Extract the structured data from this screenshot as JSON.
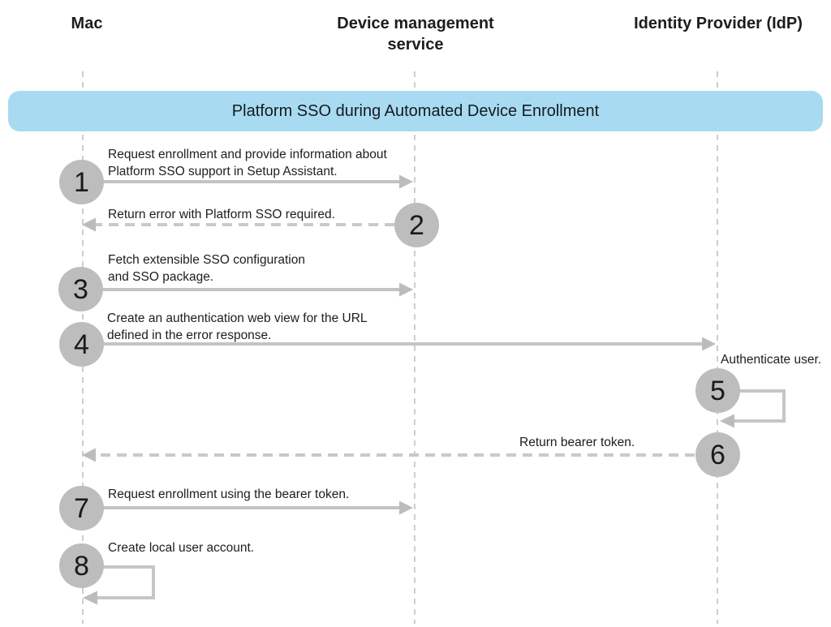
{
  "banner": {
    "title": "Platform SSO during Automated Device Enrollment"
  },
  "lanes": [
    {
      "id": "mac",
      "label": "Mac"
    },
    {
      "id": "device-management",
      "label": "Device management service"
    },
    {
      "id": "idp",
      "label": "Identity Provider (IdP)"
    }
  ],
  "steps": [
    {
      "number": "1",
      "from": "mac",
      "to": "device-management",
      "arrow": "solid",
      "label": "Request enrollment and provide information about\nPlatform SSO support in Setup Assistant."
    },
    {
      "number": "2",
      "from": "device-management",
      "to": "mac",
      "arrow": "dashed",
      "label": "Return error with Platform SSO required."
    },
    {
      "number": "3",
      "from": "mac",
      "to": "device-management",
      "arrow": "solid",
      "label": "Fetch extensible SSO configuration\nand SSO package."
    },
    {
      "number": "4",
      "from": "mac",
      "to": "idp",
      "arrow": "solid",
      "label": "Create an authentication web view for the URL\ndefined in the error response."
    },
    {
      "number": "5",
      "from": "idp",
      "to": "idp",
      "arrow": "self-loop",
      "label": "Authenticate user."
    },
    {
      "number": "6",
      "from": "idp",
      "to": "mac",
      "arrow": "dashed",
      "label": "Return bearer token."
    },
    {
      "number": "7",
      "from": "mac",
      "to": "device-management",
      "arrow": "solid",
      "label": "Request enrollment using the bearer token."
    },
    {
      "number": "8",
      "from": "mac",
      "to": "mac",
      "arrow": "self-loop",
      "label": "Create local user account."
    }
  ],
  "colors": {
    "banner_bg": "#a8dbf1",
    "step_circle": "#bdbdbd",
    "solid_arrow": "#c3c3c3",
    "dashed_arrow": "#c9c9c9",
    "self_loop": "#c6c6c6",
    "lifeline": "#cecece",
    "text": "#1d1d1f"
  }
}
